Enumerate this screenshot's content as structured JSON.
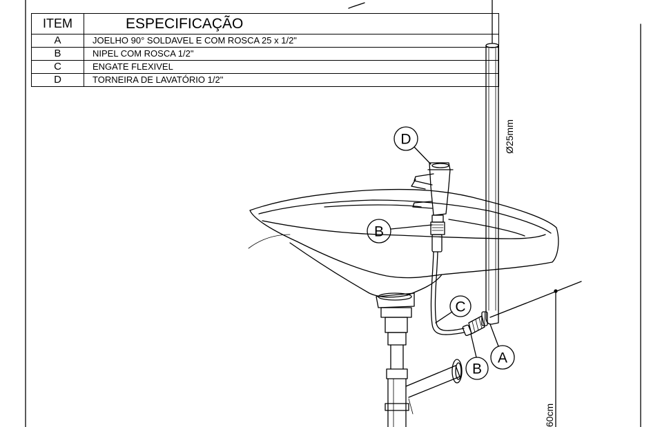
{
  "table": {
    "header_item": "ITEM",
    "header_spec": "ESPECIFICAÇÃO",
    "rows": [
      {
        "item": "A",
        "spec": "JOELHO 90° SOLDAVEL E COM ROSCA 25 x 1/2\""
      },
      {
        "item": "B",
        "spec": "NIPEL COM ROSCA 1/2\""
      },
      {
        "item": "C",
        "spec": "ENGATE FLEXIVEL"
      },
      {
        "item": "D",
        "spec": "TORNEIRA DE LAVATÓRIO 1/2\""
      }
    ]
  },
  "callouts": {
    "d": "D",
    "b_top": "B",
    "c": "C",
    "b_bottom": "B",
    "a": "A"
  },
  "dimensions": {
    "pipe_diameter": "Ø25mm",
    "height": "60cm"
  }
}
